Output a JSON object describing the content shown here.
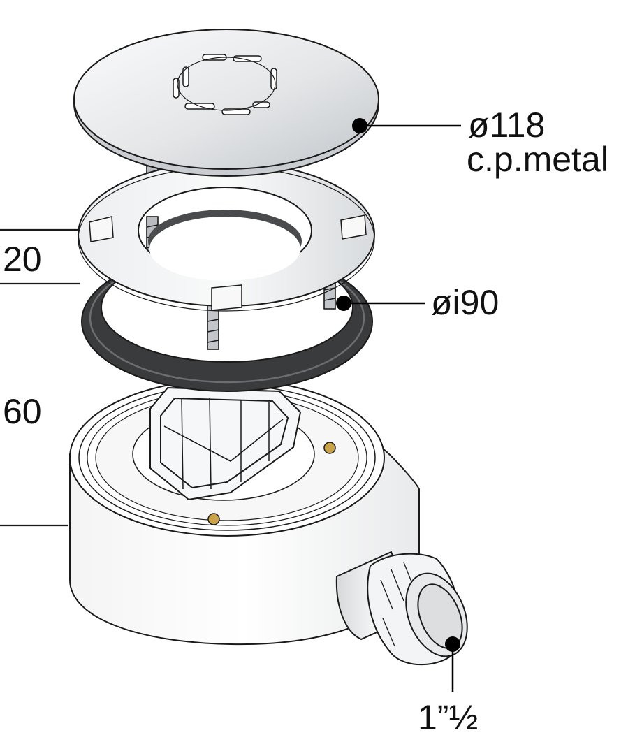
{
  "labels": {
    "cover_diameter": "ø118",
    "cover_material": "c.p.metal",
    "inner_diameter": "øi90",
    "outlet_size": "1”½",
    "height_top": "20",
    "height_body": "60"
  },
  "colors": {
    "metal_light": "#f2f3f4",
    "metal_mid": "#d3d6d9",
    "metal_dark": "#a9adb2",
    "rubber": "#3a3b3d",
    "rubber_dark": "#222324",
    "plastic": "#ffffff",
    "plastic_shade": "#e6e7e8",
    "brass": "#c9a24a",
    "line": "#1a1a1a"
  }
}
